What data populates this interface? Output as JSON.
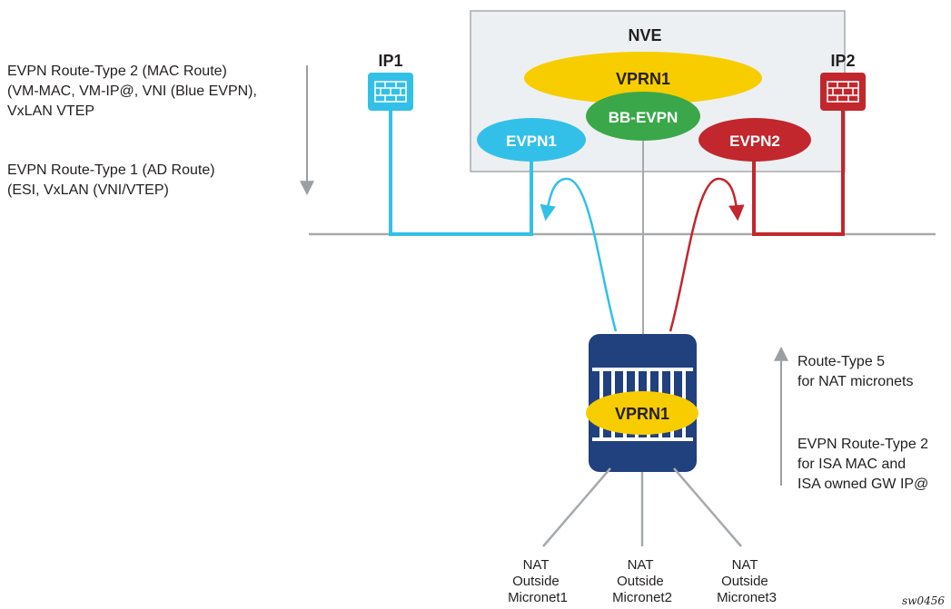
{
  "left_annotations": {
    "route_type_2": [
      "EVPN Route-Type 2 (MAC Route)",
      "(VM-MAC, VM-IP@, VNI (Blue EVPN),",
      "VxLAN VTEP"
    ],
    "route_type_1": [
      "EVPN Route-Type 1 (AD Route)",
      "(ESI, VxLAN (VNI/VTEP)"
    ]
  },
  "right_annotations": {
    "route_type_5": [
      "Route-Type 5",
      "for NAT micronets"
    ],
    "route_type_2_isa": [
      "EVPN Route-Type 2",
      "for ISA MAC and",
      "ISA owned GW IP@"
    ]
  },
  "nve": {
    "title": "NVE",
    "vprn": "VPRN1",
    "bb_evpn": "BB-EVPN",
    "evpn1": "EVPN1",
    "evpn2": "EVPN2"
  },
  "firewalls": {
    "ip1": "IP1",
    "ip2": "IP2"
  },
  "isa": {
    "vprn": "VPRN1"
  },
  "micronets": [
    [
      "NAT",
      "Outside",
      "Micronet1"
    ],
    [
      "NAT",
      "Outside",
      "Micronet2"
    ],
    [
      "NAT",
      "Outside",
      "Micronet3"
    ]
  ],
  "figure_id": "sw0456",
  "colors": {
    "blue": "#33c0e8",
    "red": "#c1272d",
    "green": "#3aa84a",
    "yellow": "#f7cd00",
    "navy": "#20407e",
    "gray": "#a7aaad",
    "nve_fill": "#edf0f2"
  }
}
